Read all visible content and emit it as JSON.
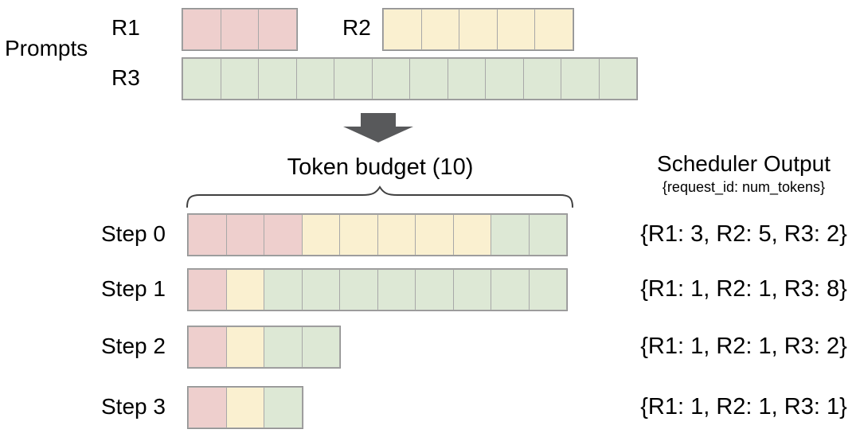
{
  "colors": {
    "pink": "#eecfcd",
    "yellow": "#faf0d0",
    "green": "#dde8d5",
    "cell_border": "#a8a8a8",
    "row_border": "#919191",
    "arrow": "#58595b",
    "brace": "#404040",
    "text": "#000000"
  },
  "prompts": {
    "label": "Prompts",
    "rows": [
      {
        "id": "R1",
        "label": "R1",
        "color": "pink",
        "tokens": 3
      },
      {
        "id": "R2",
        "label": "R2",
        "color": "yellow",
        "tokens": 5
      },
      {
        "id": "R3",
        "label": "R3",
        "color": "green",
        "tokens": 12
      }
    ]
  },
  "token_budget_label": "Token budget (10)",
  "scheduler_output": {
    "title": "Scheduler Output",
    "subtitle": "{request_id: num_tokens}",
    "steps": [
      {
        "label": "Step 0",
        "allocation": [
          {
            "request": "R1",
            "color": "pink",
            "tokens": 3
          },
          {
            "request": "R2",
            "color": "yellow",
            "tokens": 5
          },
          {
            "request": "R3",
            "color": "green",
            "tokens": 2
          }
        ],
        "output": "{R1: 3, R2: 5, R3: 2}"
      },
      {
        "label": "Step 1",
        "allocation": [
          {
            "request": "R1",
            "color": "pink",
            "tokens": 1
          },
          {
            "request": "R2",
            "color": "yellow",
            "tokens": 1
          },
          {
            "request": "R3",
            "color": "green",
            "tokens": 8
          }
        ],
        "output": "{R1: 1, R2: 1, R3: 8}"
      },
      {
        "label": "Step 2",
        "allocation": [
          {
            "request": "R1",
            "color": "pink",
            "tokens": 1
          },
          {
            "request": "R2",
            "color": "yellow",
            "tokens": 1
          },
          {
            "request": "R3",
            "color": "green",
            "tokens": 2
          }
        ],
        "output": "{R1: 1, R2: 1, R3: 2}"
      },
      {
        "label": "Step 3",
        "allocation": [
          {
            "request": "R1",
            "color": "pink",
            "tokens": 1
          },
          {
            "request": "R2",
            "color": "yellow",
            "tokens": 1
          },
          {
            "request": "R3",
            "color": "green",
            "tokens": 1
          }
        ],
        "output": "{R1: 1, R2: 1, R3: 1}"
      }
    ]
  }
}
